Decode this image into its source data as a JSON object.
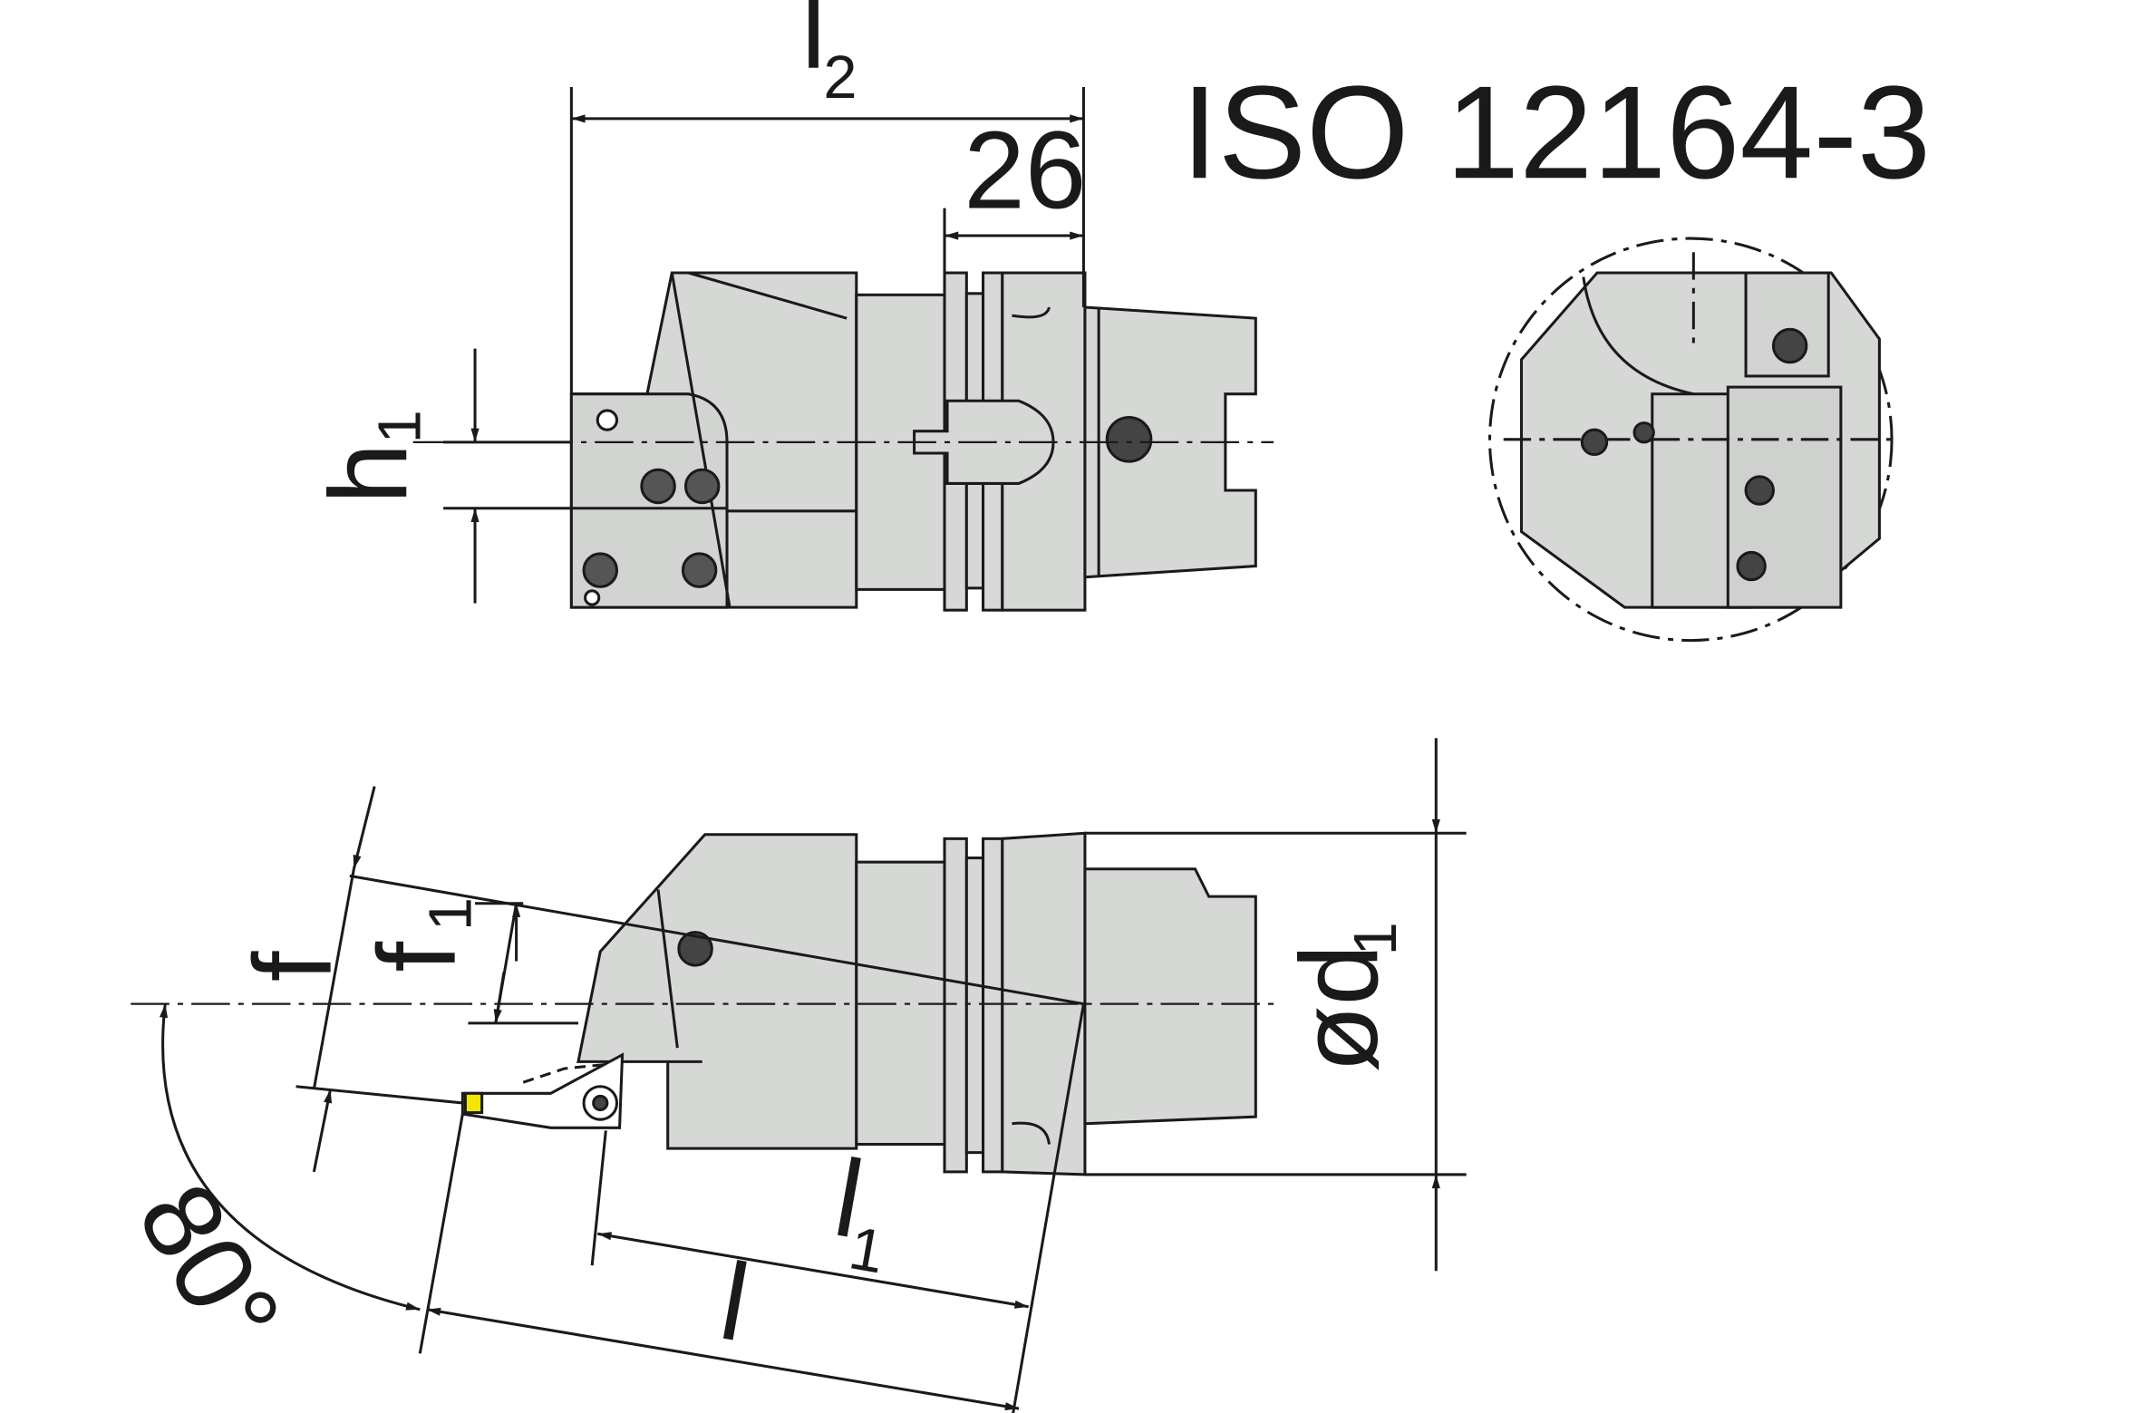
{
  "standard": "ISO 12164-3",
  "dims": {
    "l2": {
      "main": "l",
      "sub": "2"
    },
    "width_26": "26",
    "h1": {
      "main": "h",
      "sub": "1"
    },
    "f": "f",
    "f1": {
      "main": "f",
      "sub": "1"
    },
    "d1": {
      "main": "ød",
      "sub": "1"
    },
    "l1": {
      "main": "l",
      "sub": "1"
    },
    "l": "l",
    "angle": "80°"
  },
  "colors": {
    "body_fill": "#d6d8d6",
    "line": "#1a1a1a",
    "insert": "#f2e600"
  }
}
